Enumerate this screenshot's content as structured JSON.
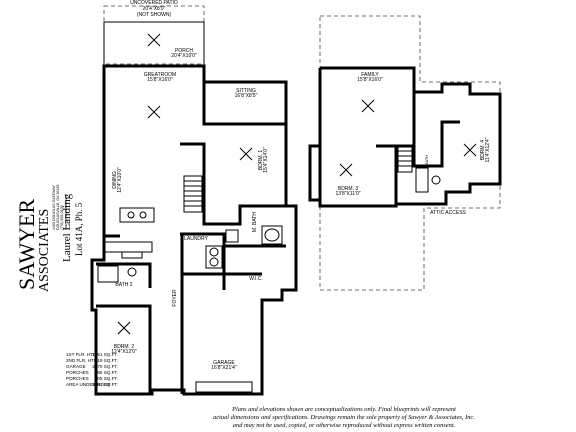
{
  "logo": {
    "line1": "SAWYER",
    "line2": "ASSOCIATES",
    "lines_small": [
      "4400 DOUGLAS GATEWAY",
      "DOUGLASVILLE, GA 30135",
      "(770) 555-0100",
      "sawyerassociates.com"
    ]
  },
  "plan": {
    "title": "Laurel Landing",
    "subtitle": "Lot 41A, Ph. 5"
  },
  "rooms": {
    "uncovered_patio": "UNCOVERED PATIO",
    "uncovered_patio_dims": "20'4\"X8'0\"",
    "uncovered_patio_note": "(NOT SHOWN)",
    "porch": "PORCH",
    "porch_dims": "20'4\"X10'0\"",
    "greatroom": "GREATROOM",
    "greatroom_dims": "15'8\"X16'0\"",
    "sitting": "SITTING",
    "sitting_dims": "16'8\"X8'5\"",
    "bdrm1": "BDRM. 1",
    "bdrm1_dims": "15'4\"X14'0\"",
    "dining": "DINING",
    "dining_dims": "12'4\"X10'0\"",
    "m_bath": "M. BATH",
    "laundry": "LAUNDRY",
    "wic": "W.I.C.",
    "bath2": "BATH 2",
    "foyer": "FOYER",
    "bdrm2": "BDRM. 2",
    "bdrm2_dims": "12'4\"X12'0\"",
    "garage": "GARAGE",
    "garage_dims": "16'8\"X21'4\"",
    "family": "FAMILY",
    "family_dims": "15'8\"X16'0\"",
    "bdrm3": "BDRM. 3",
    "bdrm3_dims": "13'8\"X11'0\"",
    "bdrm4": "BDRM. 4",
    "bdrm4_dims": "11'4\"X12'4\"",
    "bath": "BATH",
    "attic_access": "ATTIC ACCESS"
  },
  "areas": [
    {
      "label": "1ST FLR. HTD.",
      "value": "1951 SQ.FT."
    },
    {
      "label": "2ND FLR. HTD.",
      "value": "919 SQ.FT."
    },
    {
      "label": "GARAGE",
      "value": "2870 SQ.FT."
    },
    {
      "label": "PORCHES",
      "value": "465 SQ.FT."
    },
    {
      "label": "PORCHES",
      "value": "205 SQ.FT."
    },
    {
      "label": "AREA UNDER ROOF",
      "value": "3681 SQ.FT."
    }
  ],
  "disclaimer": [
    "Plans and elevations shown are conceptualizations only. Final blueprints will represent",
    "actual dimensions and specifications. Drawings remain the sole property of Sawyer & Associates, Inc.",
    "and may not be used, copied, or otherwise reproduced without express written consent."
  ]
}
